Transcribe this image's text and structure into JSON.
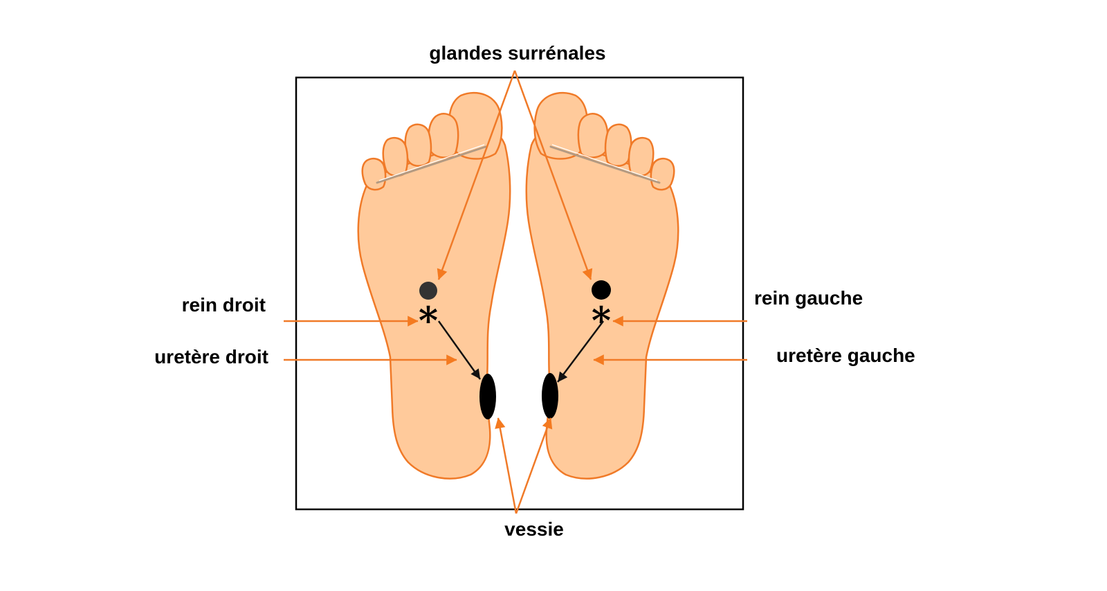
{
  "labels": {
    "adrenal": "glandes surrénales",
    "kidney_right": "rein droit",
    "kidney_left": "rein gauche",
    "ureter_right": "uretère droit",
    "ureter_left": "uretère gauche",
    "bladder": "vessie",
    "asterisk": "*"
  },
  "colors": {
    "skin": "#FFCA9B",
    "outline": "#F07A28",
    "arrow_orange": "#F47A20",
    "marker": "#000000",
    "frame": "#000000"
  }
}
